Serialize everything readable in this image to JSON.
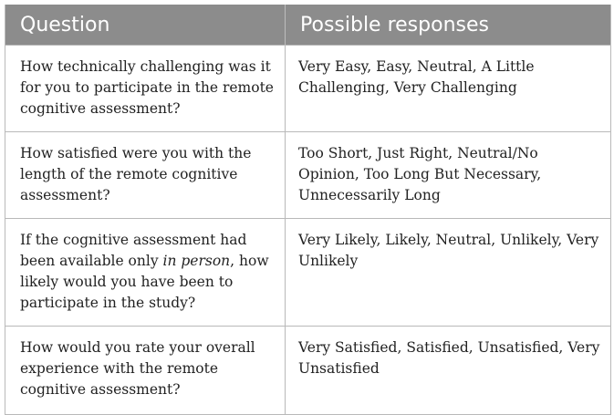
{
  "table": {
    "headers": {
      "question": "Question",
      "responses": "Possible responses"
    },
    "rows": [
      {
        "question": "How technically challenging was it for you to participate in the remote cognitive assessment?",
        "responses": "Very Easy, Easy, Neutral, A Little Challenging, Very Challenging"
      },
      {
        "question": "How satisfied were you with the length of the remote cognitive assessment?",
        "responses": "Too Short, Just Right, Neutral/No Opinion, Too Long But Necessary, Unnecessarily Long"
      },
      {
        "question_before_emphasis": "If the cognitive assessment had been available only ",
        "question_emphasis": "in person",
        "question_after_emphasis": ", how likely would you have been to participate in the study?",
        "responses": "Very Likely, Likely, Neutral, Unlikely, Very Unlikely"
      },
      {
        "question": "How would you rate your overall experience with the remote cognitive assessment?",
        "responses": "Very Satisfied, Satisfied, Unsatisfied, Very Unsatisfied"
      }
    ]
  }
}
